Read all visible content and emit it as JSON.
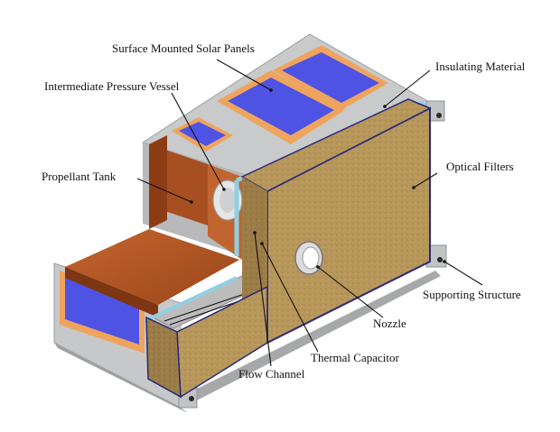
{
  "labels": {
    "solar_panels": "Surface Mounted Solar Panels",
    "pressure_vessel": "Intermediate Pressure Vessel",
    "insulating": "Insulating Material",
    "propellant": "Propellant Tank",
    "optical": "Optical Filters",
    "supporting": "Supporting Structure",
    "nozzle": "Nozzle",
    "thermal": "Thermal Capacitor",
    "flow": "Flow Channel"
  },
  "colors": {
    "frame": "#c9cacb",
    "frame_dark": "#a4a5a7",
    "copper": "#b65a28",
    "copper_dark": "#8c3d15",
    "solar_blue": "#4f53e4",
    "solar_orange": "#efa45e",
    "insulation": "#8fd0e4",
    "filter": "#b7965a",
    "filter_dark": "#8f7142",
    "capacitor": "#b9b9b9"
  }
}
